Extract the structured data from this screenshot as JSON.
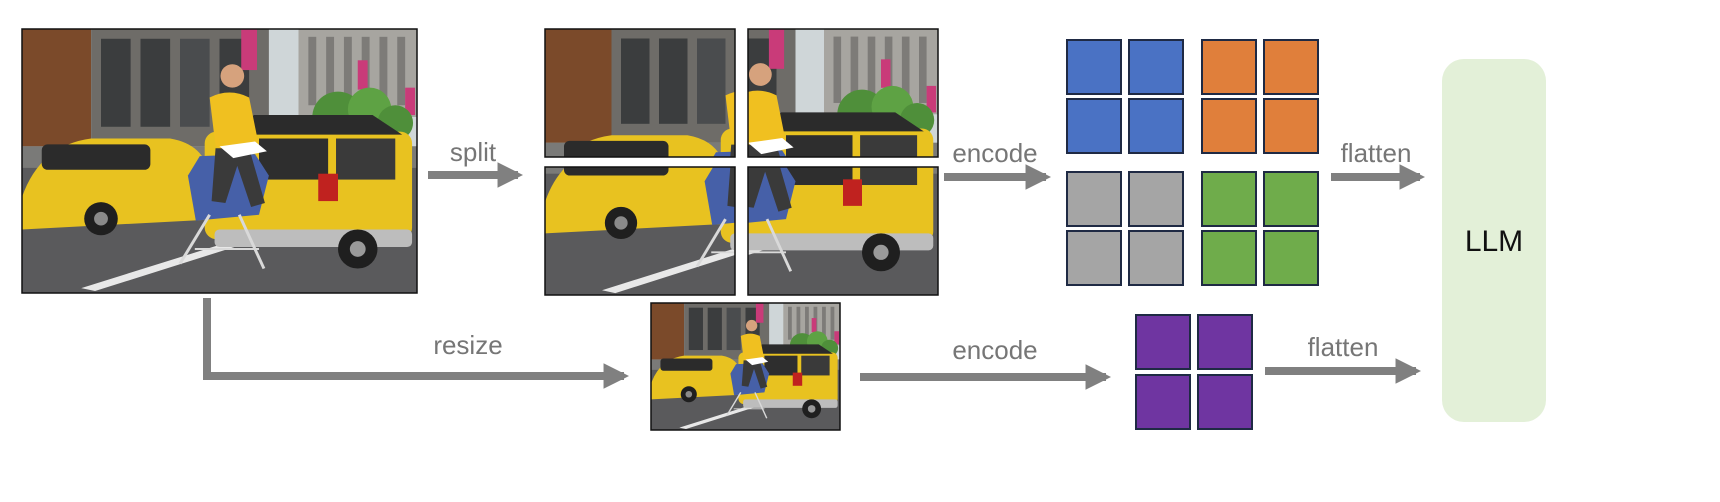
{
  "labels": {
    "split": "split",
    "resize": "resize",
    "encode_top": "encode",
    "encode_bottom": "encode",
    "flatten_top": "flatten",
    "flatten_bottom": "flatten",
    "llm": "LLM"
  },
  "colors": {
    "arrow": "#808080",
    "label": "#767676",
    "llm_box": "#e3f0d8",
    "token_blue": "#4a72c4",
    "token_orange": "#e07f3b",
    "token_gray": "#a5a5a5",
    "token_green": "#6fac4b",
    "token_purple": "#6f35a1",
    "sky": "#cfd6d8",
    "building": "#6e6c68",
    "road": "#5a5a5c",
    "taxi_yellow": "#e8c220",
    "shirt_yellow": "#f0c020",
    "ironing_blue": "#4660a8"
  },
  "token_groups": {
    "split_tokens": [
      "blue",
      "orange",
      "gray",
      "green"
    ],
    "resize_tokens": [
      "purple"
    ]
  }
}
